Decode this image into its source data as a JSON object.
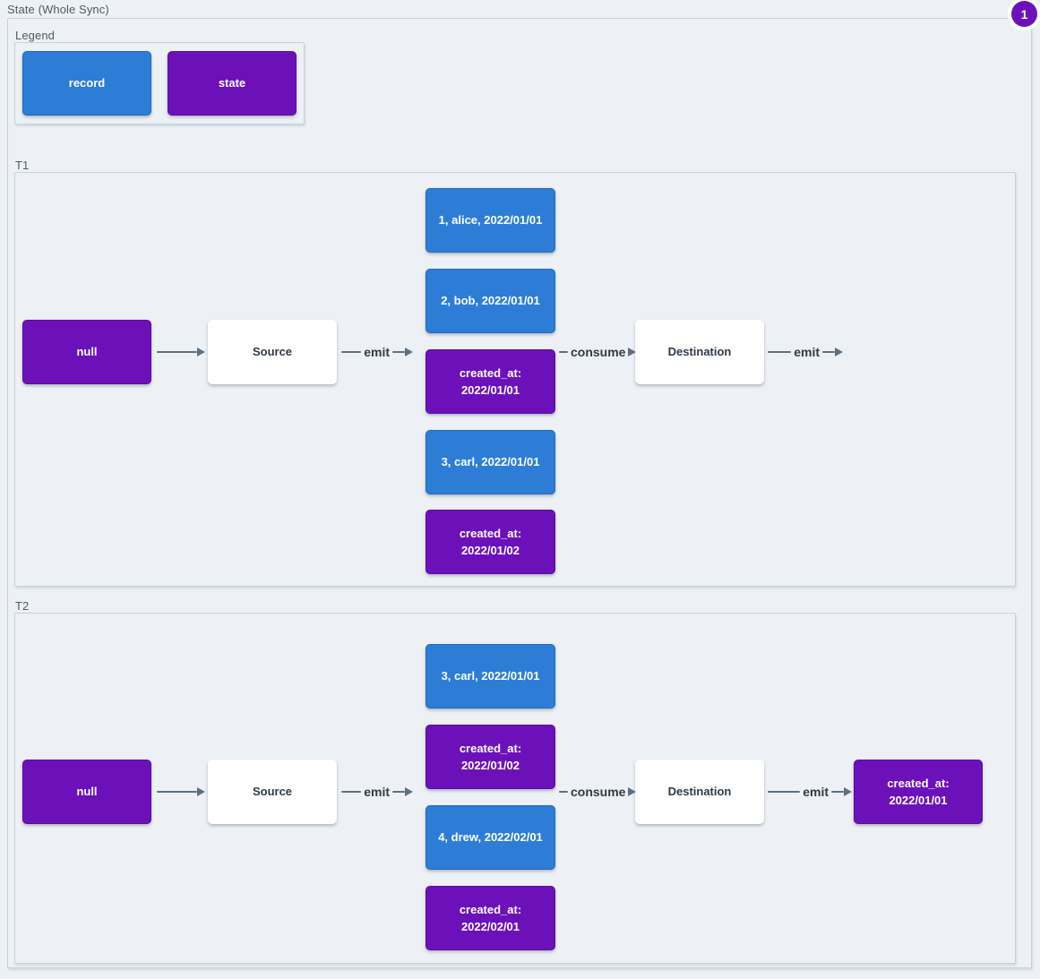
{
  "diagram": {
    "title": "State (Whole Sync)",
    "badge": "1"
  },
  "colors": {
    "record_blue": "#2D7DD7",
    "state_purple": "#6C11BA",
    "arrow_gray": "#5E6F80",
    "background": "#EDF1F5"
  },
  "legend": {
    "label": "Legend",
    "items": [
      {
        "label": "record",
        "type": "record"
      },
      {
        "label": "state",
        "type": "state"
      }
    ]
  },
  "sections": [
    {
      "label": "T1",
      "nodes": {
        "null_label": "null",
        "source": "Source",
        "destination": "Destination"
      },
      "edges": {
        "emit_in": "emit",
        "consume": "consume",
        "emit_out": "emit"
      },
      "stack": [
        {
          "label": "1, alice, 2022/01/01",
          "type": "record"
        },
        {
          "label": "2, bob, 2022/01/01",
          "type": "record"
        },
        {
          "label": "created_at: 2022/01/01",
          "type": "state"
        },
        {
          "label": "3, carl, 2022/01/01",
          "type": "record"
        },
        {
          "label": "created_at: 2022/01/02",
          "type": "state"
        }
      ]
    },
    {
      "label": "T2",
      "nodes": {
        "null_label": "null",
        "source": "Source",
        "destination": "Destination"
      },
      "edges": {
        "emit_in": "emit",
        "consume": "consume",
        "emit_out": "emit"
      },
      "stack": [
        {
          "label": "3, carl, 2022/01/01",
          "type": "record"
        },
        {
          "label": "created_at: 2022/01/02",
          "type": "state"
        },
        {
          "label": "4, drew, 2022/02/01",
          "type": "record"
        },
        {
          "label": "created_at: 2022/02/01",
          "type": "state"
        }
      ],
      "output": {
        "label": "created_at: 2022/01/01",
        "type": "state"
      }
    }
  ]
}
